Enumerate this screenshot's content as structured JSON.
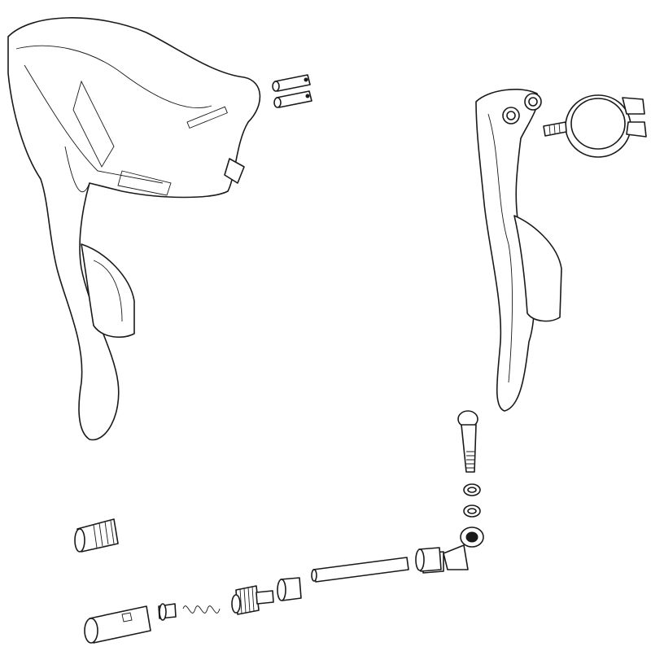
{
  "diagram": {
    "type": "exploded-parts-view",
    "line_color": "#1a1a1a",
    "background": "#ffffff",
    "parts": [
      {
        "name": "shift-brake-lever-assembly"
      },
      {
        "name": "hood-pins"
      },
      {
        "name": "brake-lever-blade"
      },
      {
        "name": "handlebar-clamp"
      },
      {
        "name": "banjo-bolt"
      },
      {
        "name": "crush-washers"
      },
      {
        "name": "banjo-fitting"
      },
      {
        "name": "compression-nut"
      },
      {
        "name": "olive"
      },
      {
        "name": "hose"
      },
      {
        "name": "piston-body"
      },
      {
        "name": "spring-seals-set"
      },
      {
        "name": "threaded-bleed-port"
      },
      {
        "name": "reservoir-cap"
      }
    ]
  }
}
